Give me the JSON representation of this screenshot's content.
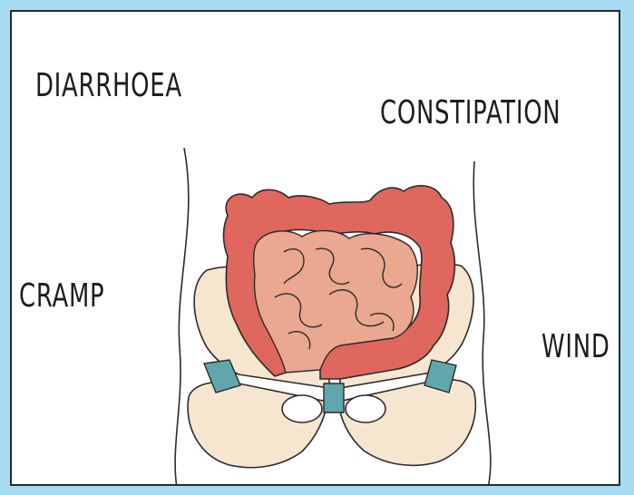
{
  "labels": {
    "diarrhoea": "DIARRHOEA",
    "constipation": "CONSTIPATION",
    "cramp": "CRAMP",
    "wind": "WIND"
  },
  "colors": {
    "background": "#a8dcf2",
    "panel": "#ffffff",
    "colon": "#e0675e",
    "small_intestine": "#e9a88f",
    "pelvis_bone": "#f7e6cf",
    "cartilage": "#5fa7ad",
    "outline": "#2b2b2b"
  }
}
